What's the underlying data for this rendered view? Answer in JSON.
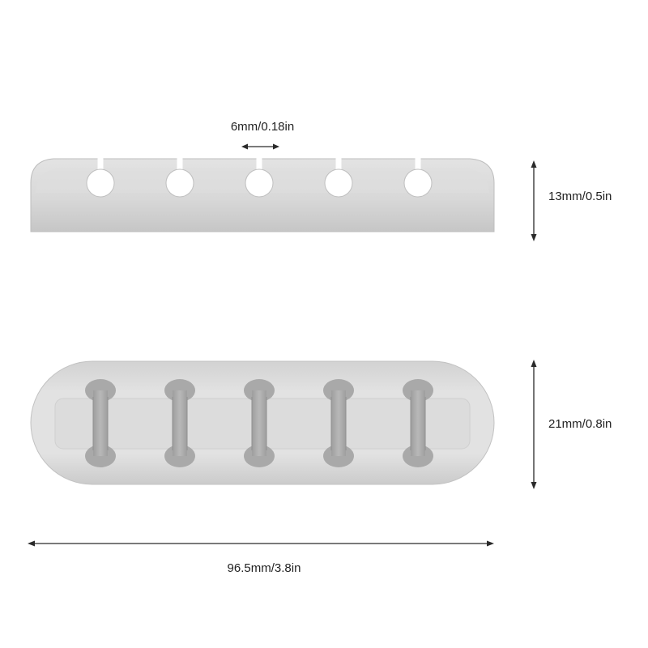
{
  "colors": {
    "background": "#ffffff",
    "product_body": "#d9d9d9",
    "product_shade": "#c4c4c4",
    "product_highlight": "#e8e8e8",
    "cavity": "#a9a9a9",
    "dimension_line": "#2a2a2a",
    "text": "#222222"
  },
  "product": {
    "slot_count": 5
  },
  "dimensions": {
    "slot_width": "6mm/0.18in",
    "height": "13mm/0.5in",
    "depth": "21mm/0.8in",
    "length": "96.5mm/3.8in"
  }
}
